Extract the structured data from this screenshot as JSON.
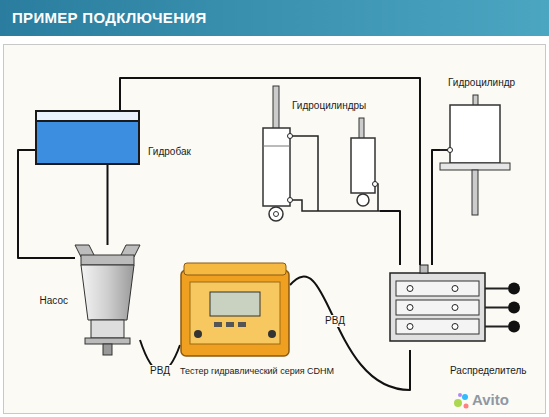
{
  "diagram": {
    "title": "ПРИМЕР ПОДКЛЮЧЕНИЯ",
    "nodes": [
      {
        "text": [
          "Гидробак"
        ]
      },
      {
        "text": [
          "Гидроцилиндры"
        ]
      },
      {
        "text": [
          "Гидроцилиндр"
        ]
      },
      {
        "text": [
          "Насос"
        ]
      },
      {
        "text": [
          "Тестер гидравлический серия CDHM"
        ]
      },
      {
        "text": [
          "Распределитель"
        ]
      }
    ],
    "edges": [
      {
        "from": 0,
        "to": 3,
        "arrow": "none"
      },
      {
        "from": 0,
        "to": 3,
        "arrow": "none"
      },
      {
        "from": 3,
        "to": 4,
        "label": "РВД",
        "arrow": "none"
      },
      {
        "from": 4,
        "to": 5,
        "label": "РВД",
        "arrow": "none"
      },
      {
        "from": 5,
        "to": 0,
        "arrow": "none"
      },
      {
        "from": 5,
        "to": 1,
        "arrow": "none"
      },
      {
        "from": 5,
        "to": 2,
        "arrow": "none"
      }
    ],
    "labels": [
      "Avito"
    ]
  }
}
